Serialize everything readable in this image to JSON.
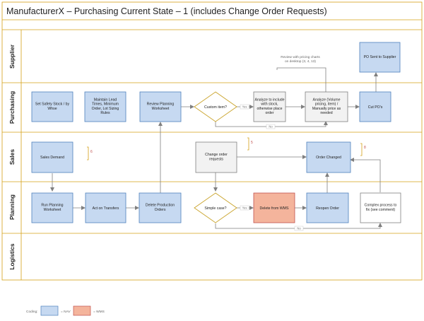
{
  "title": "ManufacturerX – Purchasing Current State – 1 (includes Change Order Requests)",
  "colors": {
    "nav_fill": "#c6d9f1",
    "nav_stroke": "#4f81bd",
    "wms_fill": "#f4b49c",
    "wms_stroke": "#c0504d",
    "white_fill": "#f2f2f2",
    "white_stroke": "#7f7f7f",
    "diamond_stroke": "#c9a227",
    "lane_border": "#d4a017",
    "arrow": "#7f7f7f"
  },
  "lanes": [
    {
      "id": "supplier",
      "label": "Supplier"
    },
    {
      "id": "purchasing",
      "label": "Purchasing"
    },
    {
      "id": "sales",
      "label": "Sales"
    },
    {
      "id": "planning",
      "label": "Planning"
    },
    {
      "id": "logistics",
      "label": "Logistics"
    }
  ],
  "nodes": [
    {
      "id": "set-safety-stock",
      "lines": [
        "Set Safety Stock / by",
        "Whse"
      ]
    },
    {
      "id": "maintain-lead-times",
      "lines": [
        "Maintain Lead",
        "Times, Minimum",
        "Order, Lot Sizing",
        "Rules"
      ]
    },
    {
      "id": "review-planning-worksheet",
      "lines": [
        "Review Planning",
        "Worksheet"
      ]
    },
    {
      "id": "custom-item",
      "lines": [
        "Custom item?"
      ]
    },
    {
      "id": "analyze-stock",
      "lines": [
        "Analyze to include",
        "with stock,",
        "otherwise place",
        "order"
      ]
    },
    {
      "id": "analyze-volume",
      "lines": [
        "Analyze (Volume",
        "pricing, item) /",
        "Manually price as",
        "needed"
      ]
    },
    {
      "id": "cut-pos",
      "lines": [
        "Cut PO's"
      ]
    },
    {
      "id": "po-sent",
      "lines": [
        "PO Sent to Supplier"
      ]
    },
    {
      "id": "sales-demand",
      "lines": [
        "Sales Demand"
      ]
    },
    {
      "id": "change-order-requests",
      "lines": [
        "Change order",
        "requests"
      ]
    },
    {
      "id": "order-changed",
      "lines": [
        "Order Changed"
      ]
    },
    {
      "id": "run-planning-worksheet",
      "lines": [
        "Run Planning",
        "Worksheet"
      ]
    },
    {
      "id": "act-on-transfers",
      "lines": [
        "Act on Transfers"
      ]
    },
    {
      "id": "delete-production-orders",
      "lines": [
        "Delete Production",
        "Orders"
      ]
    },
    {
      "id": "simple-case",
      "lines": [
        "Simple case?"
      ]
    },
    {
      "id": "delete-from-wms",
      "lines": [
        "Delete from WMS"
      ]
    },
    {
      "id": "reopen-order",
      "lines": [
        "Reopen Order"
      ]
    },
    {
      "id": "complex-process",
      "lines": [
        "Complex process to",
        "fix (see comment)"
      ]
    }
  ],
  "edge_labels": {
    "custom_yes": "Yes",
    "custom_no": "No",
    "simple_yes": "Yes",
    "simple_no": "No"
  },
  "annotations": {
    "review_pricing": [
      "Review with pricing charts",
      "on desktop (3, 4, 13)"
    ],
    "review_pricing_prefix": "Review with pricing charts",
    "sales_note": "6",
    "change_note": "5",
    "order_changed_note": "8"
  },
  "legend": {
    "coding_label": "Coding:",
    "nav_label": "= NAV",
    "wms_label": "= WMS"
  }
}
